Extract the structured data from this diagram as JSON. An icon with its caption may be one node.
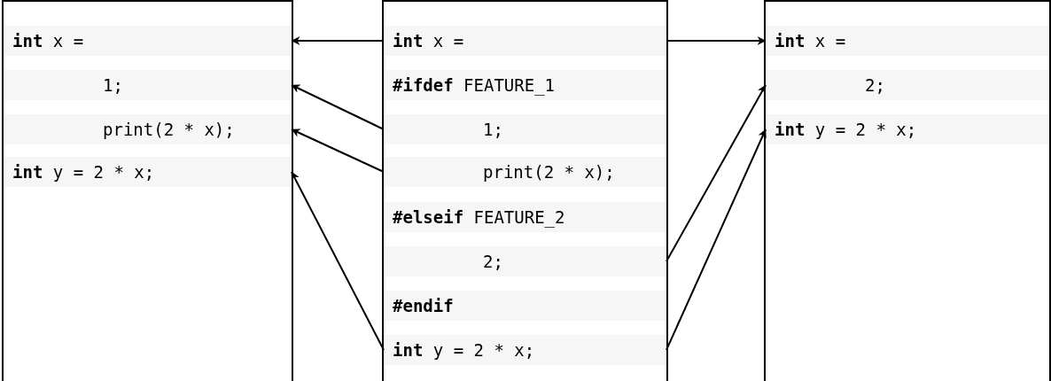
{
  "diagram": {
    "nodes": [
      {
        "text": [],
        "shape": "box"
      },
      {
        "text": [
          "**int** x ="
        ],
        "in": 0
      },
      {
        "text": [
          "1;"
        ],
        "in": 0
      },
      {
        "text": [
          "print(2 * x);"
        ],
        "in": 0
      },
      {
        "text": [
          "**int** y = 2 * x;"
        ],
        "in": 0
      },
      {
        "text": [],
        "shape": "box"
      },
      {
        "text": [
          "**int** x ="
        ],
        "in": 5
      },
      {
        "text": [
          "**#ifdef** FEATURE_1"
        ],
        "in": 5
      },
      {
        "text": [
          "1;"
        ],
        "in": 5
      },
      {
        "text": [
          "print(2 * x);"
        ],
        "in": 5
      },
      {
        "text": [
          "**#elseif** FEATURE_2"
        ],
        "in": 5
      },
      {
        "text": [
          "2;"
        ],
        "in": 5
      },
      {
        "text": [
          "#endif"
        ],
        "in": 5
      },
      {
        "text": [
          "**int** y = 2 * x;"
        ],
        "in": 5
      },
      {
        "text": [],
        "shape": "box"
      },
      {
        "text": [
          "**int** x ="
        ],
        "in": 14
      },
      {
        "text": [
          "2;"
        ],
        "in": 14
      },
      {
        "text": [
          "**int** y = 2 * x;"
        ],
        "in": 14
      }
    ],
    "edges": [
      {
        "from": 6,
        "to": 1,
        "arrow": "to"
      },
      {
        "from": 8,
        "to": 2,
        "arrow": "to"
      },
      {
        "from": 9,
        "to": 3,
        "arrow": "to"
      },
      {
        "from": 13,
        "to": 4,
        "arrow": "to"
      },
      {
        "from": 6,
        "to": 15,
        "arrow": "to"
      },
      {
        "from": 11,
        "to": 16,
        "arrow": "to"
      },
      {
        "from": 13,
        "to": 17,
        "arrow": "to"
      }
    ]
  }
}
